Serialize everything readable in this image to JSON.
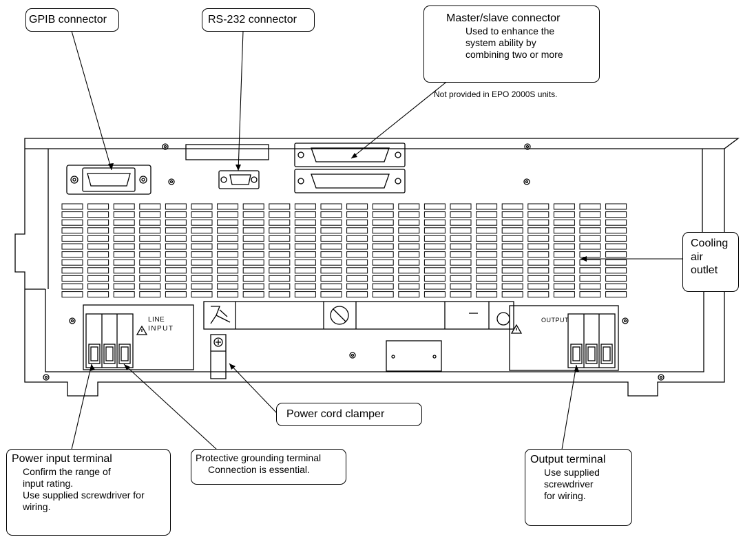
{
  "callouts": {
    "gpib": {
      "title": "GPIB connector"
    },
    "rs232": {
      "title": "RS-232 connector"
    },
    "master_slave": {
      "title": "Master/slave connector",
      "lines": [
        "Used to enhance the",
        "system ability by",
        "combining two or more"
      ]
    },
    "master_slave_note": "Not provided in EPO 2000S units.",
    "cooling": {
      "lines": [
        "Cooling",
        "air",
        "outlet"
      ]
    },
    "power_cord": {
      "title": "Power cord clamper"
    },
    "power_input": {
      "title": "Power input terminal",
      "lines": [
        "Confirm the range of",
        "input rating.",
        "Use supplied screwdriver for",
        "wiring."
      ]
    },
    "grounding": {
      "title": "Protective grounding terminal",
      "lines": [
        "Connection is essential."
      ]
    },
    "output": {
      "title": "Output terminal",
      "lines": [
        "Use supplied",
        "screwdriver",
        "for wiring."
      ]
    }
  },
  "panel_labels": {
    "line": "LINE",
    "input": "INPUT",
    "output": "OUTPUT"
  }
}
